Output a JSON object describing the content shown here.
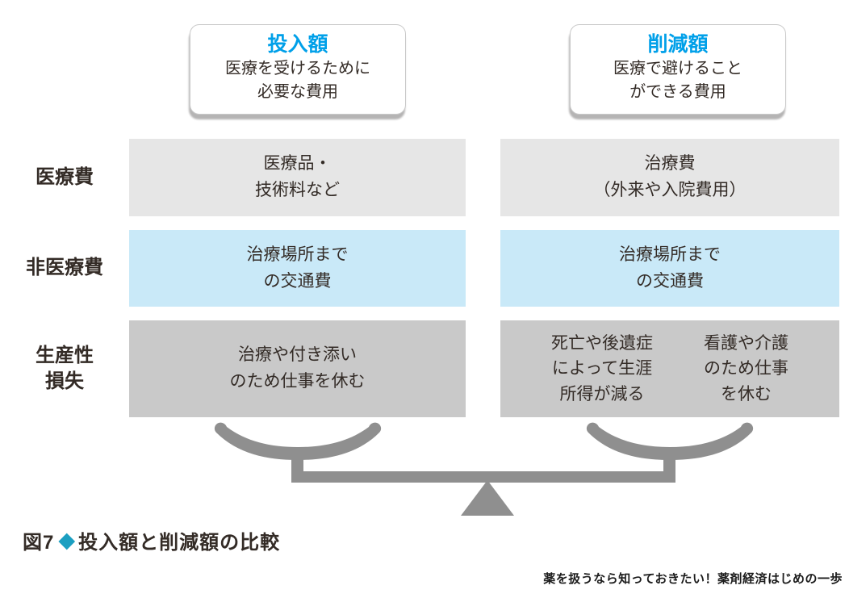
{
  "cards": {
    "input": {
      "title": "投入額",
      "line1": "医療を受けるために",
      "line2": "必要な費用"
    },
    "reduction": {
      "title": "削減額",
      "line1": "医療で避けること",
      "line2": "ができる費用"
    }
  },
  "row_labels": {
    "medical": "医療費",
    "non_medical": "非医療費",
    "productivity_line1": "生産性",
    "productivity_line2": "損失"
  },
  "cells": {
    "input_medical": {
      "line1": "医療品・",
      "line2": "技術料など"
    },
    "reduction_medical": {
      "line1": "治療費",
      "line2": "（外来や入院費用）"
    },
    "input_non_medical": {
      "line1": "治療場所まで",
      "line2": "の交通費"
    },
    "reduction_non_medical": {
      "line1": "治療場所まで",
      "line2": "の交通費"
    },
    "input_productivity": {
      "line1": "治療や付き添い",
      "line2": "のため仕事を休む"
    },
    "reduction_productivity_a": {
      "line1": "死亡や後遺症",
      "line2": "によって生涯",
      "line3": "所得が減る"
    },
    "reduction_productivity_b": {
      "line1": "看護や介護",
      "line2": "のため仕事",
      "line3": "を休む"
    }
  },
  "caption": {
    "prefix": "図7",
    "diamond": "◆",
    "title": "投入額と削減額の比較"
  },
  "source": "薬を扱うなら知っておきたい！薬剤経済はじめの一歩",
  "icons": {
    "balance_scale": "balance-scale-icon",
    "diamond_bullet": "diamond-bullet-icon"
  },
  "colors": {
    "accent_blue_title": "#00a0e9",
    "light_gray_row": "#e6e6e6",
    "light_blue_row": "#c9e9f8",
    "mid_gray_row": "#c9c9c9",
    "scale_gray": "#8f8f8f",
    "caption_diamond_teal": "#1b9fc1",
    "text_dark": "#332b26"
  }
}
